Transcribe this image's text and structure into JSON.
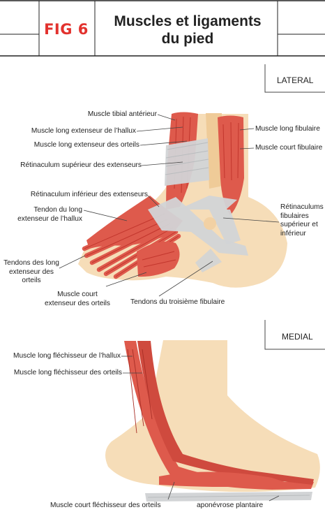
{
  "header": {
    "fig_label": "FIG 6",
    "title_line1": "Muscles et ligaments",
    "title_line2": "du pied"
  },
  "lateral": {
    "view_label": "LATERAL",
    "labels": {
      "tibial_anterieur": "Muscle tibial antérieur",
      "long_ext_hallux": "Muscle long extenseur de l’hallux",
      "long_ext_orteils": "Muscle long extenseur des orteils",
      "retinaculum_sup": "Rétinaculum supérieur des extenseurs",
      "retinaculum_inf": "Rétinaculum inférieur des extenseurs",
      "tendon_hallux_1": "Tendon du long",
      "tendon_hallux_2": "extenseur de l’hallux",
      "tendons_orteils_1": "Tendons des long",
      "tendons_orteils_2": "extenseur des",
      "tendons_orteils_3": "orteils",
      "court_ext_1": "Muscle court",
      "court_ext_2": "extenseur des orteils",
      "troisieme_fibulaire": "Tendons du troisième fibulaire",
      "long_fibulaire": "Muscle long fibulaire",
      "court_fibulaire": "Muscle court fibulaire",
      "retin_fib_1": "Rétinaculums",
      "retin_fib_2": "fibulaires",
      "retin_fib_3": "supérieur et",
      "retin_fib_4": "inférieur"
    }
  },
  "medial": {
    "view_label": "MEDIAL",
    "labels": {
      "long_flech_hallux": "Muscle long fléchisseur de l’hallux",
      "long_flech_orteils": "Muscle long fléchisseur des orteils",
      "court_flech": "Muscle court fléchisseur des orteils",
      "aponevrose": "aponévrose plantaire"
    }
  },
  "colors": {
    "accent": "#e2322e",
    "muscle": "#de5a4c",
    "muscle_dark": "#c2362d",
    "skin": "#f6ddb8",
    "ligament": "#d2d4d6",
    "line": "#444444"
  }
}
